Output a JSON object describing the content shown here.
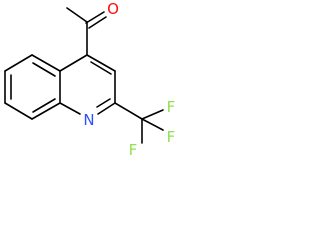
{
  "molecule": {
    "atoms": {
      "oxygen": {
        "symbol": "O",
        "color": "#ff0d0d"
      },
      "nitrogen": {
        "symbol": "N",
        "color": "#3050f8"
      },
      "fluorine_1": {
        "symbol": "F",
        "color": "#90e050"
      },
      "fluorine_2": {
        "symbol": "F",
        "color": "#90e050"
      },
      "fluorine_3": {
        "symbol": "F",
        "color": "#90e050"
      }
    },
    "bond_color": "#000000"
  }
}
